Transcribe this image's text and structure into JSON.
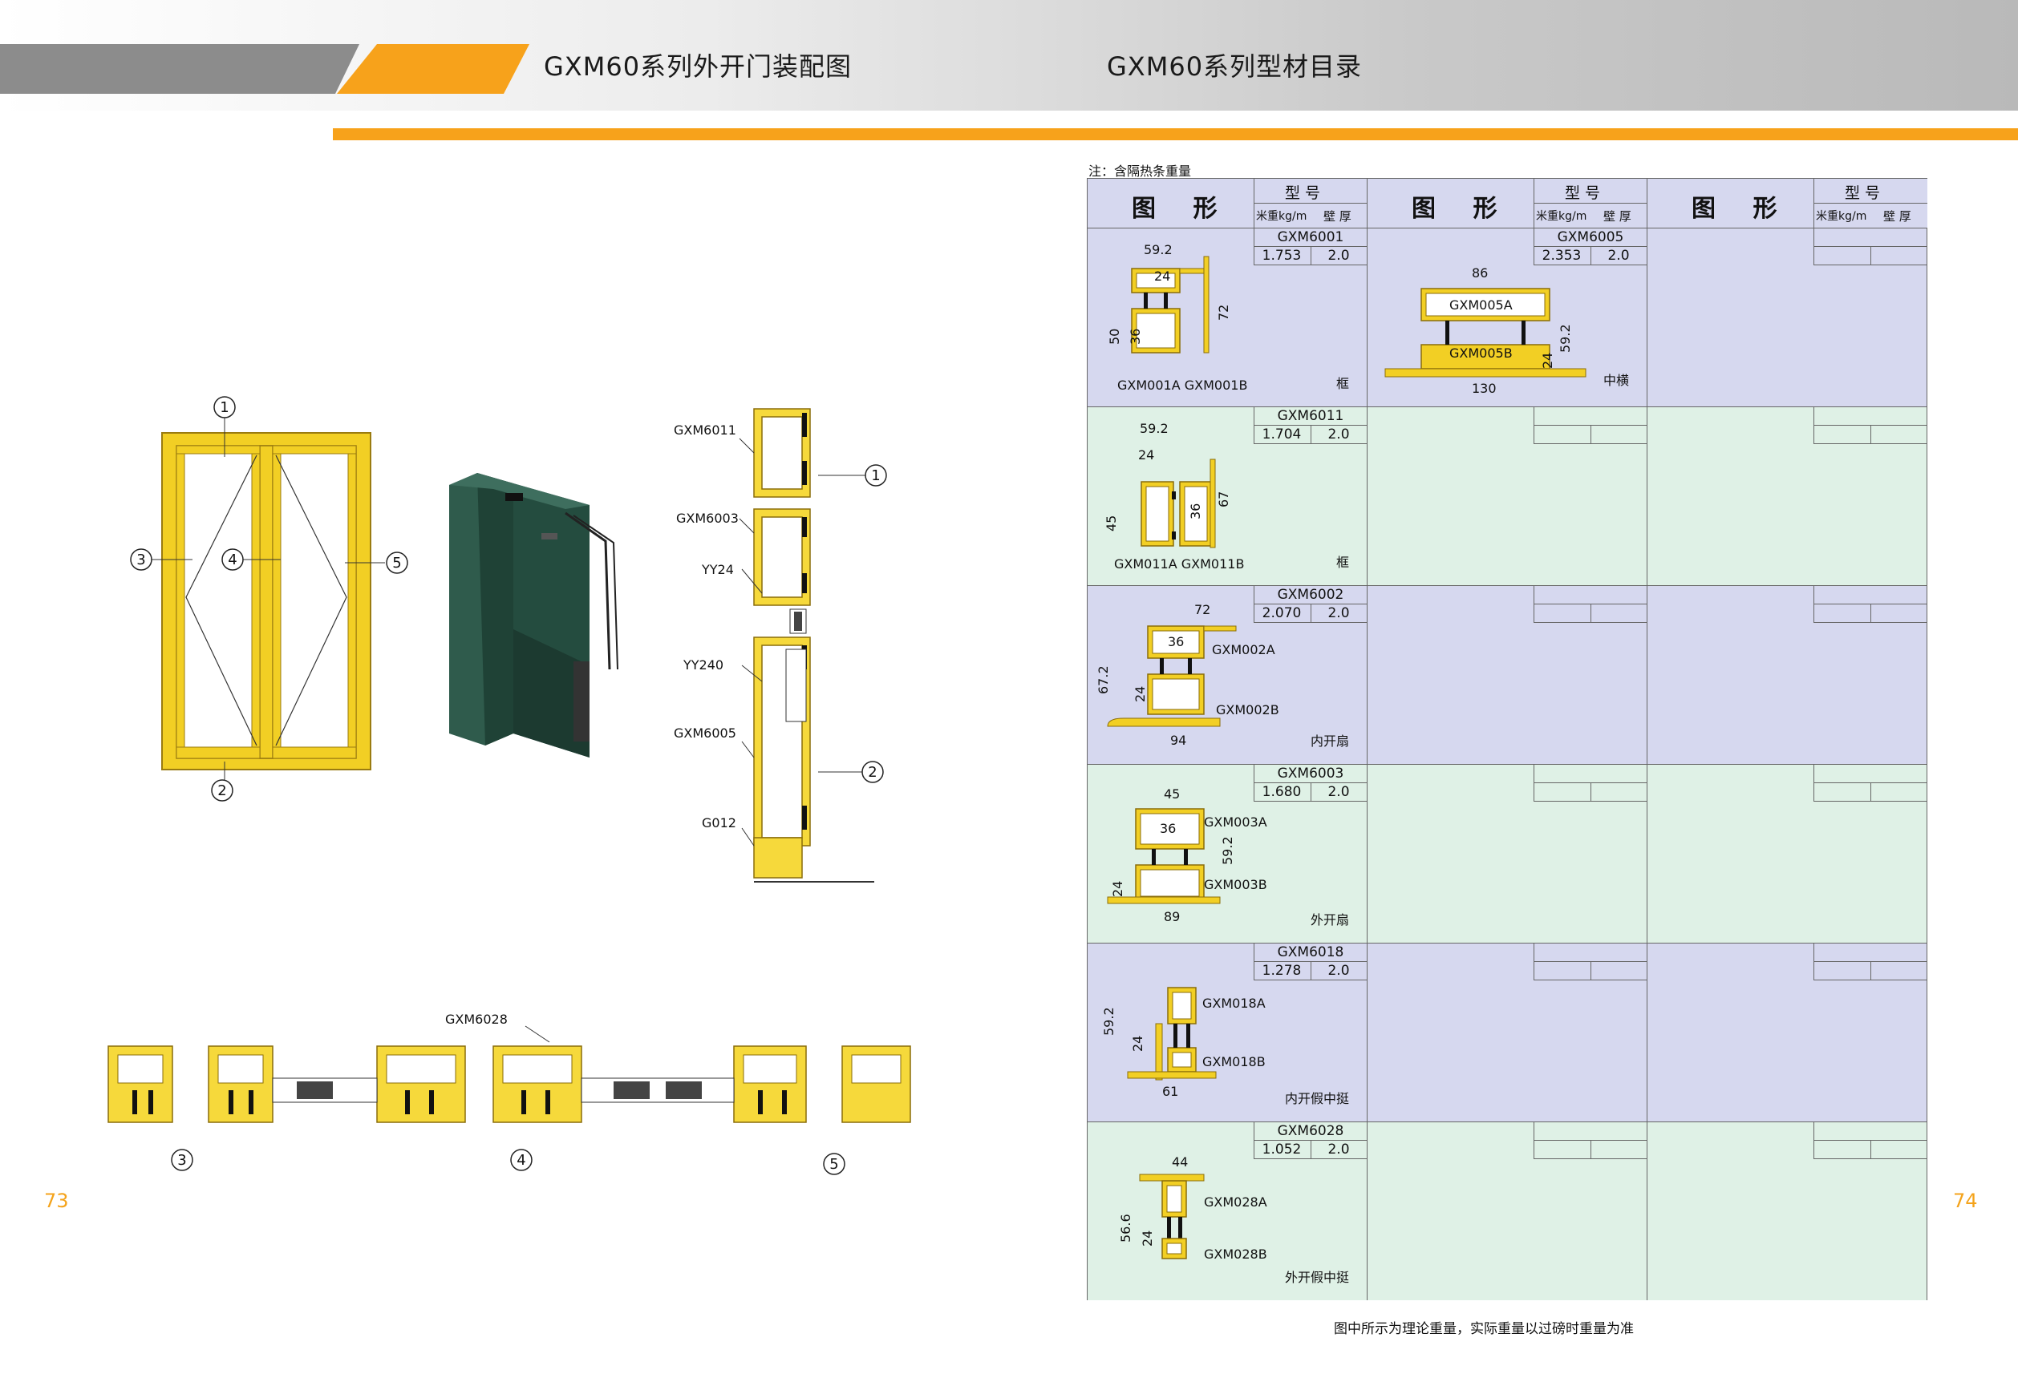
{
  "header": {
    "left_title": "GXM60系列外开门装配图",
    "right_title": "GXM60系列型材目录"
  },
  "colors": {
    "accent": "#f7a21b",
    "gray_band": "#8c8c8c",
    "profile": "#e9c21f",
    "lavender": "#d6d8ef",
    "mint": "#dff1e6",
    "page_number": "#f4a31b"
  },
  "pages": {
    "left": "73",
    "right": "74"
  },
  "assembly": {
    "callouts": [
      "1",
      "2",
      "3",
      "4",
      "5"
    ],
    "section_labels": [
      "GXM6011",
      "GXM6003",
      "YY24",
      "YY240",
      "GXM6005",
      "G012"
    ],
    "bottom_label": "GXM6028"
  },
  "catalog": {
    "note": "注：含隔热条重量",
    "footer": "图中所示为理论重量，实际重量以过磅时重量为准",
    "header": {
      "figure": "图 形",
      "model": "型 号",
      "weight": "米重kg/m",
      "thickness": "壁 厚"
    },
    "rows": [
      {
        "model": "GXM6001",
        "weight": "1.753",
        "thickness": "2.0",
        "type": "框",
        "parts": "GXM001A GXM001B",
        "dims": [
          "59.2",
          "24",
          "50",
          "36",
          "72"
        ],
        "col2": {
          "model": "GXM6005",
          "weight": "2.353",
          "thickness": "2.0",
          "type": "中横",
          "dims": [
            "86",
            "130",
            "59.2",
            "24"
          ],
          "parts": [
            "GXM005A",
            "GXM005B"
          ]
        }
      },
      {
        "model": "GXM6011",
        "weight": "1.704",
        "thickness": "2.0",
        "type": "框",
        "parts": "GXM011A GXM011B",
        "dims": [
          "59.2",
          "24",
          "45",
          "36",
          "67"
        ]
      },
      {
        "model": "GXM6002",
        "weight": "2.070",
        "thickness": "2.0",
        "type": "内开扇",
        "parts": [
          "GXM002A",
          "GXM002B"
        ],
        "dims": [
          "72",
          "36",
          "67.2",
          "24",
          "94"
        ]
      },
      {
        "model": "GXM6003",
        "weight": "1.680",
        "thickness": "2.0",
        "type": "外开扇",
        "parts": [
          "GXM003A",
          "GXM003B"
        ],
        "dims": [
          "45",
          "36",
          "59.2",
          "24",
          "89"
        ]
      },
      {
        "model": "GXM6018",
        "weight": "1.278",
        "thickness": "2.0",
        "type": "内开假中挺",
        "parts": [
          "GXM018A",
          "GXM018B"
        ],
        "dims": [
          "59.2",
          "24",
          "61"
        ]
      },
      {
        "model": "GXM6028",
        "weight": "1.052",
        "thickness": "2.0",
        "type": "外开假中挺",
        "parts": [
          "GXM028A",
          "GXM028B"
        ],
        "dims": [
          "44",
          "56.6",
          "24"
        ]
      }
    ]
  }
}
